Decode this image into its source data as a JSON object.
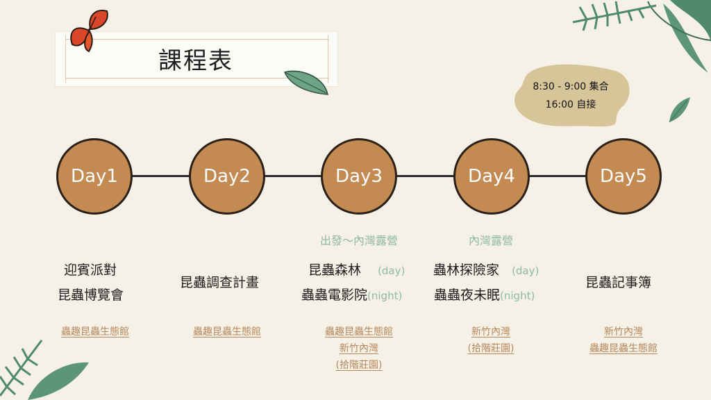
{
  "title": "課程表",
  "schedule": {
    "line1": "8:30 - 9:00 集合",
    "line2": "16:00 自接"
  },
  "days": [
    {
      "label": "Day1",
      "activities": [
        "迎賓派對",
        "昆蟲博覽會"
      ],
      "location": [
        "蟲趣昆蟲生態館"
      ]
    },
    {
      "label": "Day2",
      "activities": [
        "昆蟲調查計畫"
      ],
      "location": [
        "蟲趣昆蟲生態館"
      ]
    },
    {
      "label": "Day3",
      "subtitle": "出發～內灣露營",
      "activities": [
        {
          "text": "昆蟲森林",
          "tag": "(day)"
        },
        {
          "text": "蟲蟲電影院",
          "tag": "(night)"
        }
      ],
      "location": [
        "蟲趣昆蟲生態館",
        "新竹內灣",
        "(拾階莊園)"
      ]
    },
    {
      "label": "Day4",
      "subtitle": "內灣露營",
      "activities": [
        {
          "text": "蟲林探險家",
          "tag": "(day)"
        },
        {
          "text": "蟲蟲夜未眠",
          "tag": "(night)"
        }
      ],
      "location": [
        "新竹內灣",
        "(拾階莊園)"
      ]
    },
    {
      "label": "Day5",
      "activities": [
        "昆蟲記事簿"
      ],
      "location": [
        "新竹內灣",
        "蟲趣昆蟲生態館"
      ]
    }
  ],
  "colors": {
    "background": "#f6f1e6",
    "circle": "#c38a52",
    "accent_green": "#8fb8a6",
    "location": "#b5865a",
    "blob": "#d7c59a"
  }
}
